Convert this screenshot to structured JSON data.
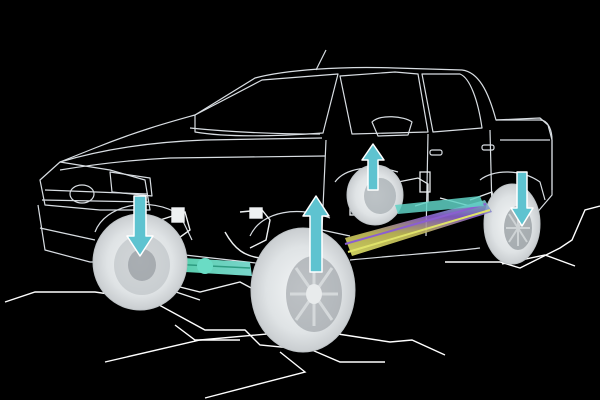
{
  "colors": {
    "background": "#000000",
    "body_outline": "#d8dde2",
    "wheel": "#e4e8ea",
    "arrow_fill": "#5ec3d0",
    "arrow_stroke": "#ffffff",
    "driveshaft_front": "#53d6b4",
    "driveshaft_rear": [
      "#7bd1c8",
      "#8b5fd0",
      "#c7c05a",
      "#e0e36a"
    ]
  },
  "icons": {
    "vehicle": "pickup-truck-xray-icon",
    "wheel_travel": "up-down-arrow-icon"
  },
  "arrows": [
    {
      "name": "front-left-wheel-arrow",
      "direction": "down"
    },
    {
      "name": "front-right-wheel-arrow",
      "direction": "up"
    },
    {
      "name": "rear-left-wheel-arrow",
      "direction": "up"
    },
    {
      "name": "rear-right-wheel-arrow",
      "direction": "down"
    }
  ]
}
